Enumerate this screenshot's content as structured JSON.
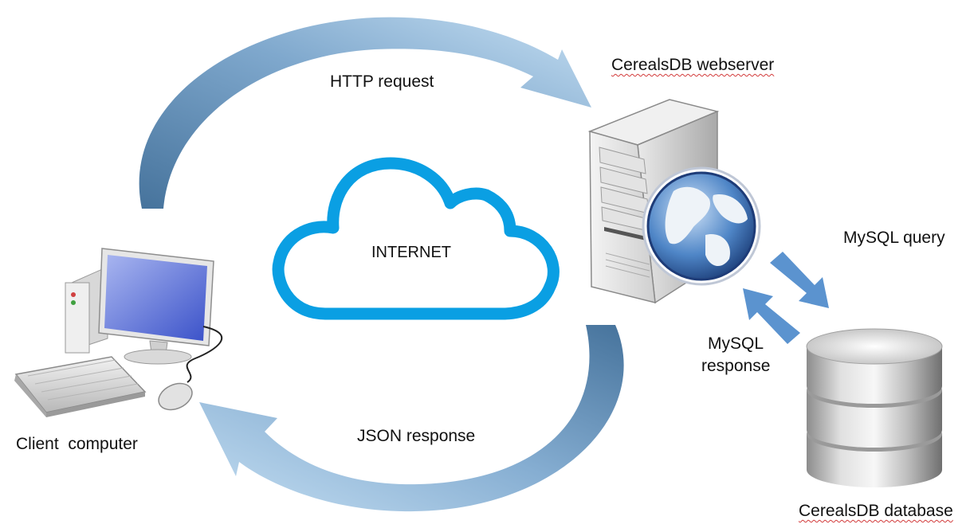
{
  "labels": {
    "http_request": "HTTP request",
    "webserver": "CerealsDB webserver",
    "internet": "INTERNET",
    "mysql_query": "MySQL query",
    "mysql_response_line1": "MySQL",
    "mysql_response_line2": "response",
    "json_response": "JSON response",
    "client": "Client  computer",
    "database": "CerealsDB database"
  },
  "colors": {
    "arrow_dark": "#4a7aa6",
    "arrow_light": "#b9d6ee",
    "small_arrow": "#5b93cf",
    "cloud": "#0a9fe3",
    "misspelling_underline": "#d23a3a"
  },
  "icons": {
    "client": "desktop-computer-icon",
    "server": "server-tower-icon",
    "globe": "globe-icon",
    "database": "database-cylinder-icon",
    "cloud": "cloud-icon"
  }
}
